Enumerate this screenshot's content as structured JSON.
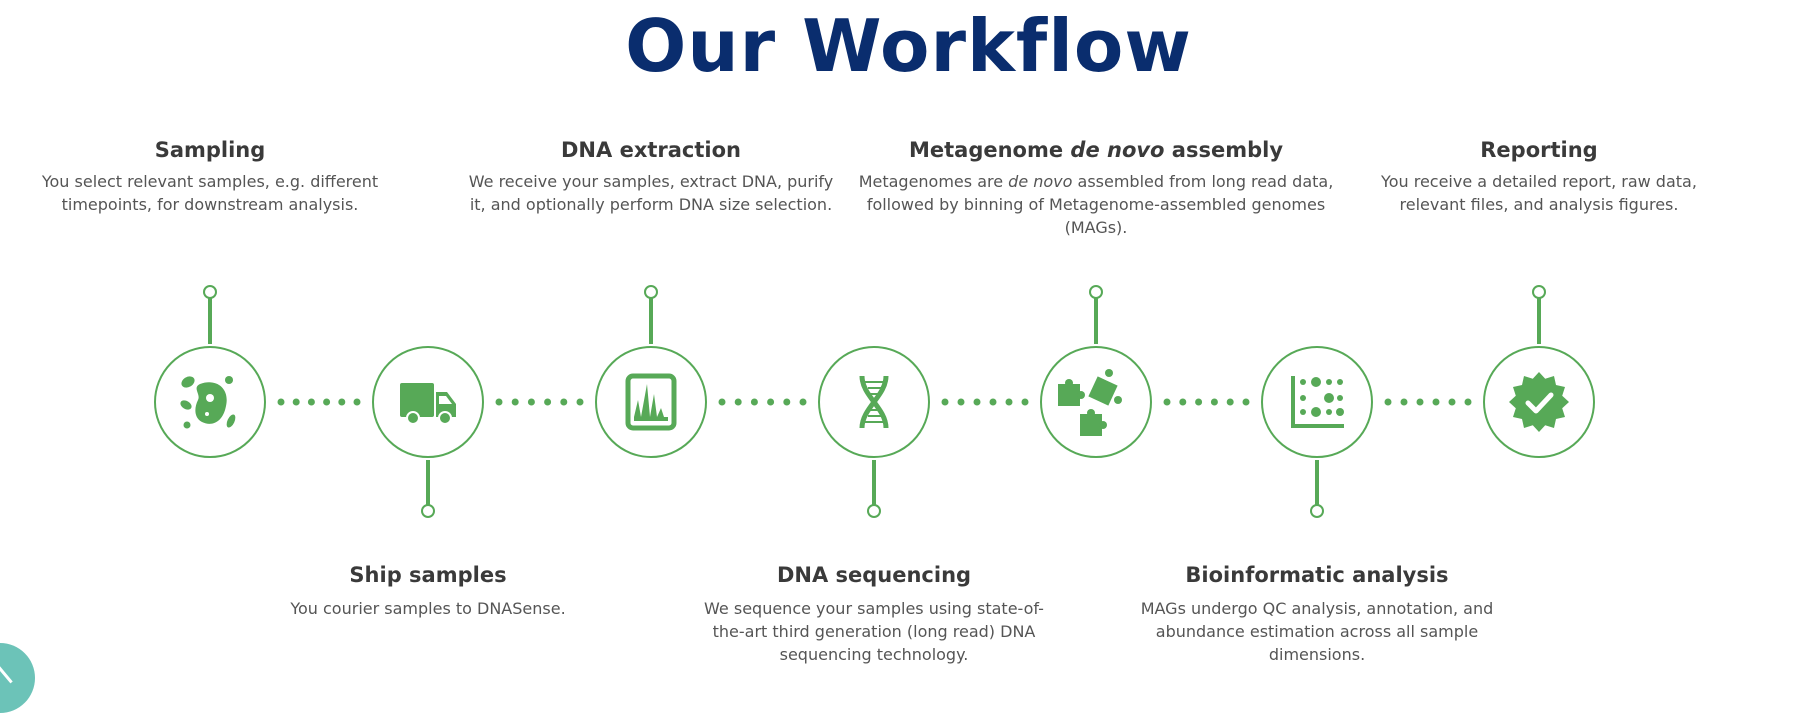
{
  "title": "Our Workflow",
  "accent_color": "#57a957",
  "title_color": "#0a2d6e",
  "steps": [
    {
      "title": "Sampling",
      "desc": "You select relevant samples, e.g. different timepoints, for downstream analysis.",
      "icon": "bacteria-icon",
      "position": "top"
    },
    {
      "title": "Ship samples",
      "desc": "You courier samples to DNASense.",
      "icon": "truck-icon",
      "position": "bottom"
    },
    {
      "title": "DNA extraction",
      "desc": "We receive your samples, extract DNA, purify it, and optionally perform DNA size selection.",
      "icon": "chromatogram-icon",
      "position": "top"
    },
    {
      "title": "DNA sequencing",
      "desc": "We sequence your samples using state-of-the-art third generation (long read) DNA sequencing technology.",
      "icon": "dna-icon",
      "position": "bottom"
    },
    {
      "title_pre": "Metagenome ",
      "title_em": "de novo",
      "title_post": " assembly",
      "desc_pre": "Metagenomes are ",
      "desc_em": "de novo",
      "desc_post": " assembled from long read data, followed by binning of Metagenome-assembled genomes (MAGs).",
      "icon": "puzzle-icon",
      "position": "top"
    },
    {
      "title": "Bioinformatic analysis",
      "desc": "MAGs undergo QC analysis, annotation, and abundance estimation across all sample dimensions.",
      "icon": "scatter-plot-icon",
      "position": "bottom"
    },
    {
      "title": "Reporting",
      "desc": "You receive a detailed report, raw data, relevant files, and analysis figures.",
      "icon": "verified-badge-icon",
      "position": "top"
    }
  ]
}
